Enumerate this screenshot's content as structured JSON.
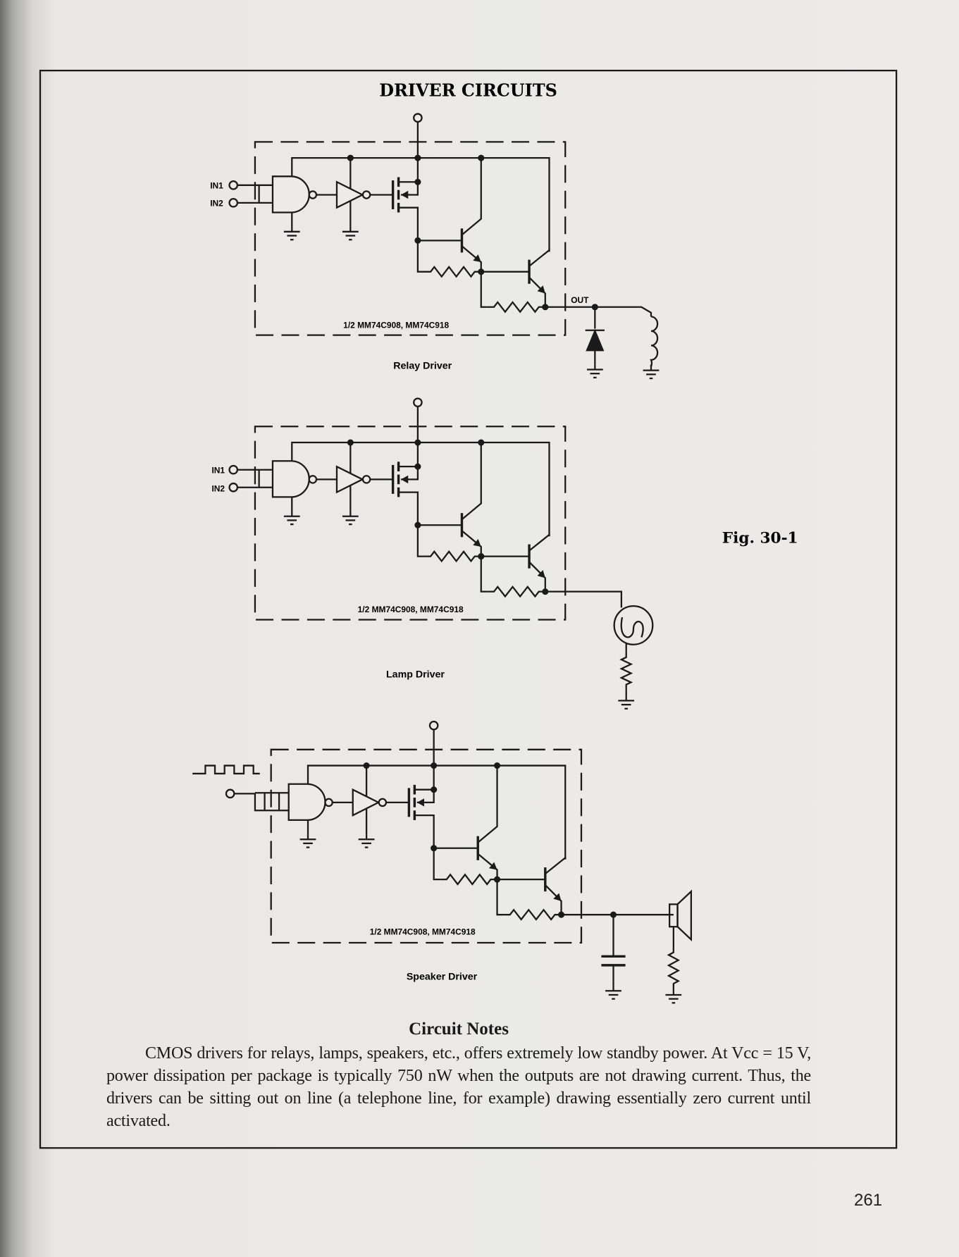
{
  "title": "DRIVER CIRCUITS",
  "figure_label": "Fig. 30-1",
  "drivers": [
    {
      "caption": "Relay Driver",
      "chip_label": "1/2 MM74C908, MM74C918",
      "inputs": [
        "IN1",
        "IN2"
      ],
      "output_label": "OUT"
    },
    {
      "caption": "Lamp Driver",
      "chip_label": "1/2 MM74C908, MM74C918",
      "inputs": [
        "IN1",
        "IN2"
      ]
    },
    {
      "caption": "Speaker Driver",
      "chip_label": "1/2 MM74C908, MM74C918",
      "inputs": []
    }
  ],
  "notes": {
    "heading": "Circuit Notes",
    "body": "CMOS drivers for relays, lamps, speakers, etc., offers extremely low standby power. At Vcc = 15 V, power dissipation per package is typically 750 nW when the outputs are not drawing current. Thus, the drivers can be sitting out on line (a telephone line, for example) drawing essentially zero current until activated."
  },
  "page_number": "261",
  "colors": {
    "ink": "#1a1a1a",
    "paper": "#ecebe8"
  }
}
